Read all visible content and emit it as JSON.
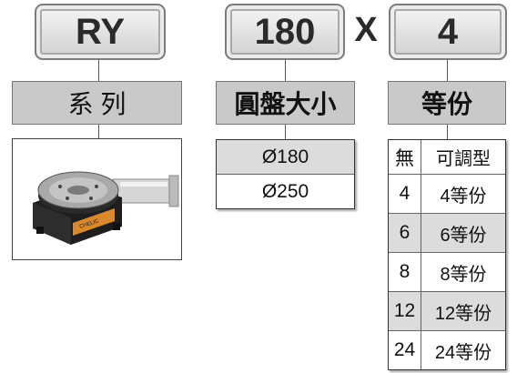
{
  "codes": {
    "series": "RY",
    "size": "180",
    "separator": "X",
    "divisions": "4"
  },
  "headers": {
    "series": "系 列",
    "size": "圓盤大小",
    "divisions": "等份"
  },
  "size_options": [
    "Ø180",
    "Ø250"
  ],
  "division_table": {
    "header_left": "無",
    "header_right": "可調型",
    "rows": [
      {
        "left": "4",
        "right": "4等份"
      },
      {
        "left": "6",
        "right": "6等份"
      },
      {
        "left": "8",
        "right": "8等份"
      },
      {
        "left": "12",
        "right": "12等份"
      },
      {
        "left": "24",
        "right": "24等份"
      }
    ]
  },
  "product_label": "CHELIC",
  "colors": {
    "header_fill": "#c9c9c9",
    "row_shade": "#dcdcdc",
    "label_orange": "#d9892b"
  }
}
